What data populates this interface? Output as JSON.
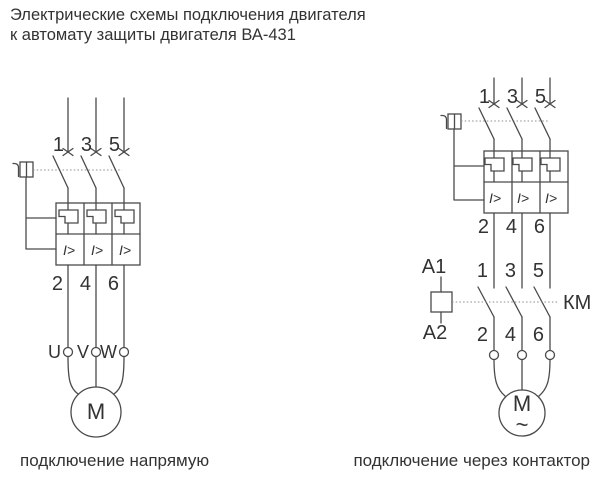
{
  "title": {
    "line1": "Электрические схемы подключения двигателя",
    "line2": "к автомату защиты двигателя ВА-431"
  },
  "left_diagram": {
    "caption": "подключение напрямую",
    "breaker": {
      "top_terminals": [
        "1",
        "3",
        "5"
      ],
      "bottom_terminals": [
        "2",
        "4",
        "6"
      ],
      "overload_symbols": [
        "I>",
        "I>",
        "I>"
      ]
    },
    "motor": {
      "label": "M",
      "phase_terminals": [
        "U",
        "V",
        "W"
      ]
    }
  },
  "right_diagram": {
    "caption": "подключение через контактор",
    "breaker": {
      "top_terminals": [
        "1",
        "3",
        "5"
      ],
      "bottom_terminals": [
        "2",
        "4",
        "6"
      ],
      "overload_symbols": [
        "I>",
        "I>",
        "I>"
      ]
    },
    "contactor": {
      "coil_terminal_top": "A1",
      "coil_terminal_bottom": "A2",
      "designation": "КМ",
      "top_terminals": [
        "1",
        "3",
        "5"
      ],
      "bottom_terminals": [
        "2",
        "4",
        "6"
      ]
    },
    "motor": {
      "label": "M",
      "current_type": "~"
    }
  },
  "colors": {
    "background": "#ffffff",
    "line_stroke": "#4a4a4a",
    "dashed_link": "#8c8c8c",
    "text": "#333333"
  }
}
